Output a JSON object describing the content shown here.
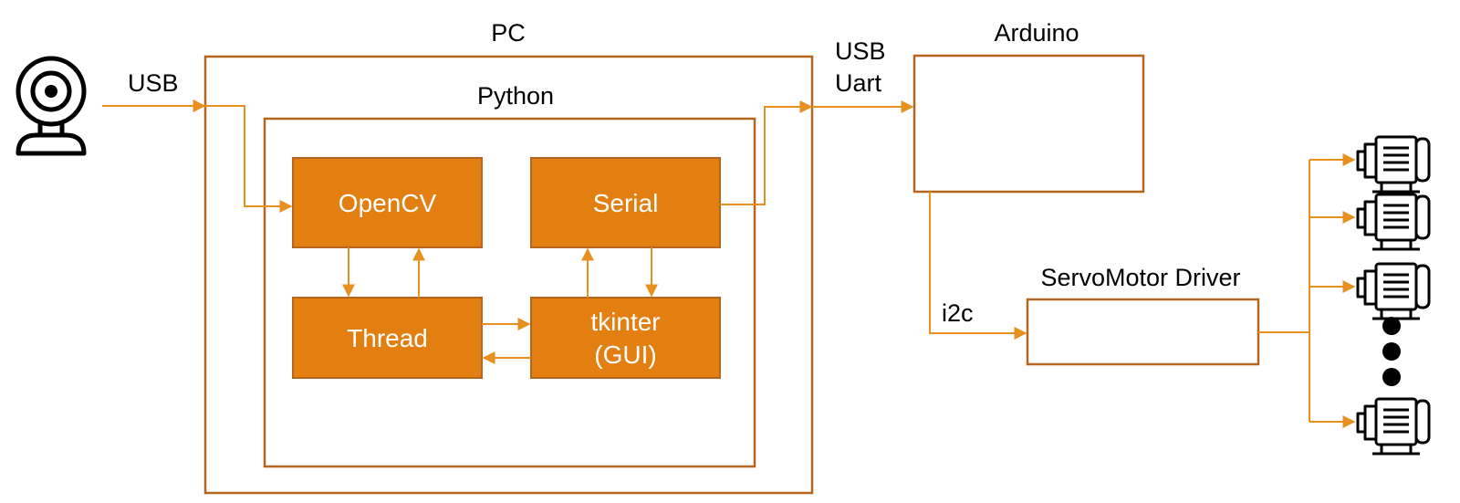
{
  "colors": {
    "accent": "#e27f10",
    "frame": "#b5651d",
    "wire": "#e8901f"
  },
  "icons": {
    "camera": "webcam-icon",
    "motor": "servo-motor-icon",
    "more": "ellipsis-dots-icon"
  },
  "containers": {
    "pc": "PC",
    "python": "Python",
    "arduino": "Arduino",
    "driver": "ServoMotor Driver"
  },
  "modules": {
    "opencv": "OpenCV",
    "serial": "Serial",
    "thread": "Thread",
    "tkinter_line1": "tkinter",
    "tkinter_line2": "(GUI)"
  },
  "links": {
    "camera_usb": "USB",
    "pc_arduino_line1": "USB",
    "pc_arduino_line2": "Uart",
    "arduino_driver": "i2c"
  }
}
